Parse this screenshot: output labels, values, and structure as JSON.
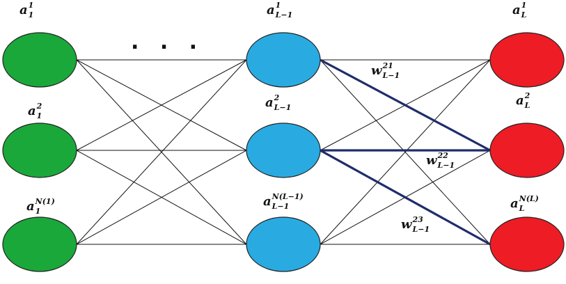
{
  "colors": {
    "input": "#1aa83a",
    "hidden": "#29abe2",
    "output": "#ee1c24",
    "edge": "#111111",
    "highlight": "#1f2d6b"
  },
  "ellipsis": ". . .",
  "layers": [
    {
      "key": "input",
      "nodes": [
        {
          "base": "a",
          "sub": "1",
          "sup": "1"
        },
        {
          "base": "a",
          "sub": "1",
          "sup": "2"
        },
        {
          "base": "a",
          "sub": "1",
          "sup": "N(1)"
        }
      ]
    },
    {
      "key": "hidden",
      "nodes": [
        {
          "base": "a",
          "sub": "L−1",
          "sup": "1"
        },
        {
          "base": "a",
          "sub": "L−1",
          "sup": "2"
        },
        {
          "base": "a",
          "sub": "L−1",
          "sup": "N(L−1)"
        }
      ]
    },
    {
      "key": "output",
      "nodes": [
        {
          "base": "a",
          "sub": "L",
          "sup": "1"
        },
        {
          "base": "a",
          "sub": "L",
          "sup": "2"
        },
        {
          "base": "a",
          "sub": "L",
          "sup": "N(L)"
        }
      ]
    }
  ],
  "weights": [
    {
      "base": "w",
      "sub": "L−1",
      "sup": "21"
    },
    {
      "base": "w",
      "sub": "L−1",
      "sup": "22"
    },
    {
      "base": "w",
      "sub": "L−1",
      "sup": "23"
    }
  ]
}
